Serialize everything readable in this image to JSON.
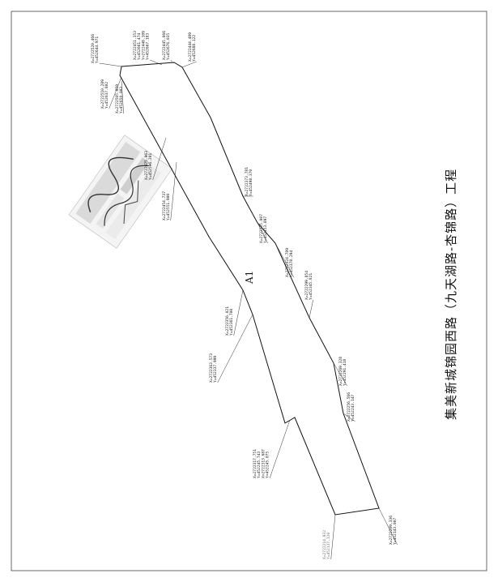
{
  "drawing": {
    "title": "集美新城锦园西路（九天湖路-杏锦路）工程",
    "parcel_label": "A1"
  },
  "coordinates": [
    {
      "id": "p01",
      "lines": [
        "X=2722520.466",
        "Y=452644.971"
      ]
    },
    {
      "id": "p02",
      "lines": [
        "X=2722451.353",
        "Y=452661.474",
        "Y=2722448.109",
        "Y=452667.183"
      ]
    },
    {
      "id": "p03",
      "lines": [
        "X=2722445.666",
        "Y=452676.035"
      ]
    },
    {
      "id": "p04",
      "lines": [
        "X=2722444.489",
        "Y=452688.122"
      ]
    },
    {
      "id": "p05",
      "lines": [
        "X=2722510.289",
        "Y=452637.802"
      ]
    },
    {
      "id": "p06",
      "lines": [
        "X=2722505.859",
        "Y=452658.003"
      ]
    },
    {
      "id": "p07",
      "lines": [
        "X=2722475.963",
        "Y=452596.201"
      ]
    },
    {
      "id": "p08",
      "lines": [
        "X=2722454.737",
        "Y=452551.900"
      ]
    },
    {
      "id": "p09",
      "lines": [
        "X=2722373.781",
        "Y=452498.370"
      ]
    },
    {
      "id": "p10",
      "lines": [
        "X=2722335.007",
        "Y=452453.897"
      ]
    },
    {
      "id": "p11",
      "lines": [
        "X=2722324.789",
        "Y=452378.294"
      ]
    },
    {
      "id": "p12",
      "lines": [
        "X=2722299.854",
        "Y=452345.821"
      ]
    },
    {
      "id": "p13",
      "lines": [
        "X=2722356.021",
        "Y=452361.700"
      ]
    },
    {
      "id": "p14",
      "lines": [
        "X=2722363.573",
        "Y=452337.999"
      ]
    },
    {
      "id": "p15",
      "lines": [
        "X=2722269.328",
        "Y=452291.418"
      ]
    },
    {
      "id": "p16",
      "lines": [
        "X=2722256.566",
        "Y=452243.147"
      ]
    },
    {
      "id": "p17",
      "lines": [
        "X=2722317.751",
        "Y=452245.743",
        "X=2722313.687",
        "Y=452245.075"
      ]
    },
    {
      "id": "p18",
      "lines": [
        "X=2722209.336",
        "Y=452143.007"
      ]
    },
    {
      "id": "p19",
      "lines": [
        "X=2722214.932",
        "Y=452137.120"
      ]
    }
  ]
}
